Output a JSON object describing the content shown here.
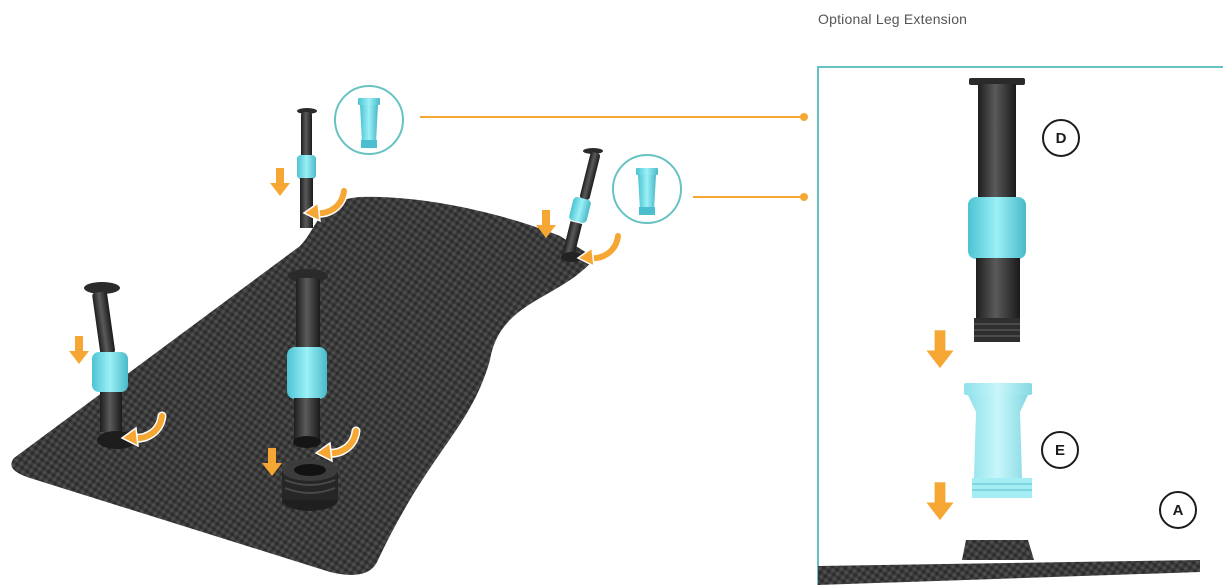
{
  "diagram": {
    "title": "Optional Leg Extension",
    "labels": {
      "d": "D",
      "e": "E",
      "a": "A"
    },
    "colors": {
      "accent": "#F6A733",
      "teal": "#67C2C2",
      "cyan_part": "#7DE4EE",
      "carbon": "#3A3A3A"
    },
    "icons": [
      "down-arrow-icon",
      "rotate-arrow-icon",
      "extension-piece-icon"
    ]
  }
}
